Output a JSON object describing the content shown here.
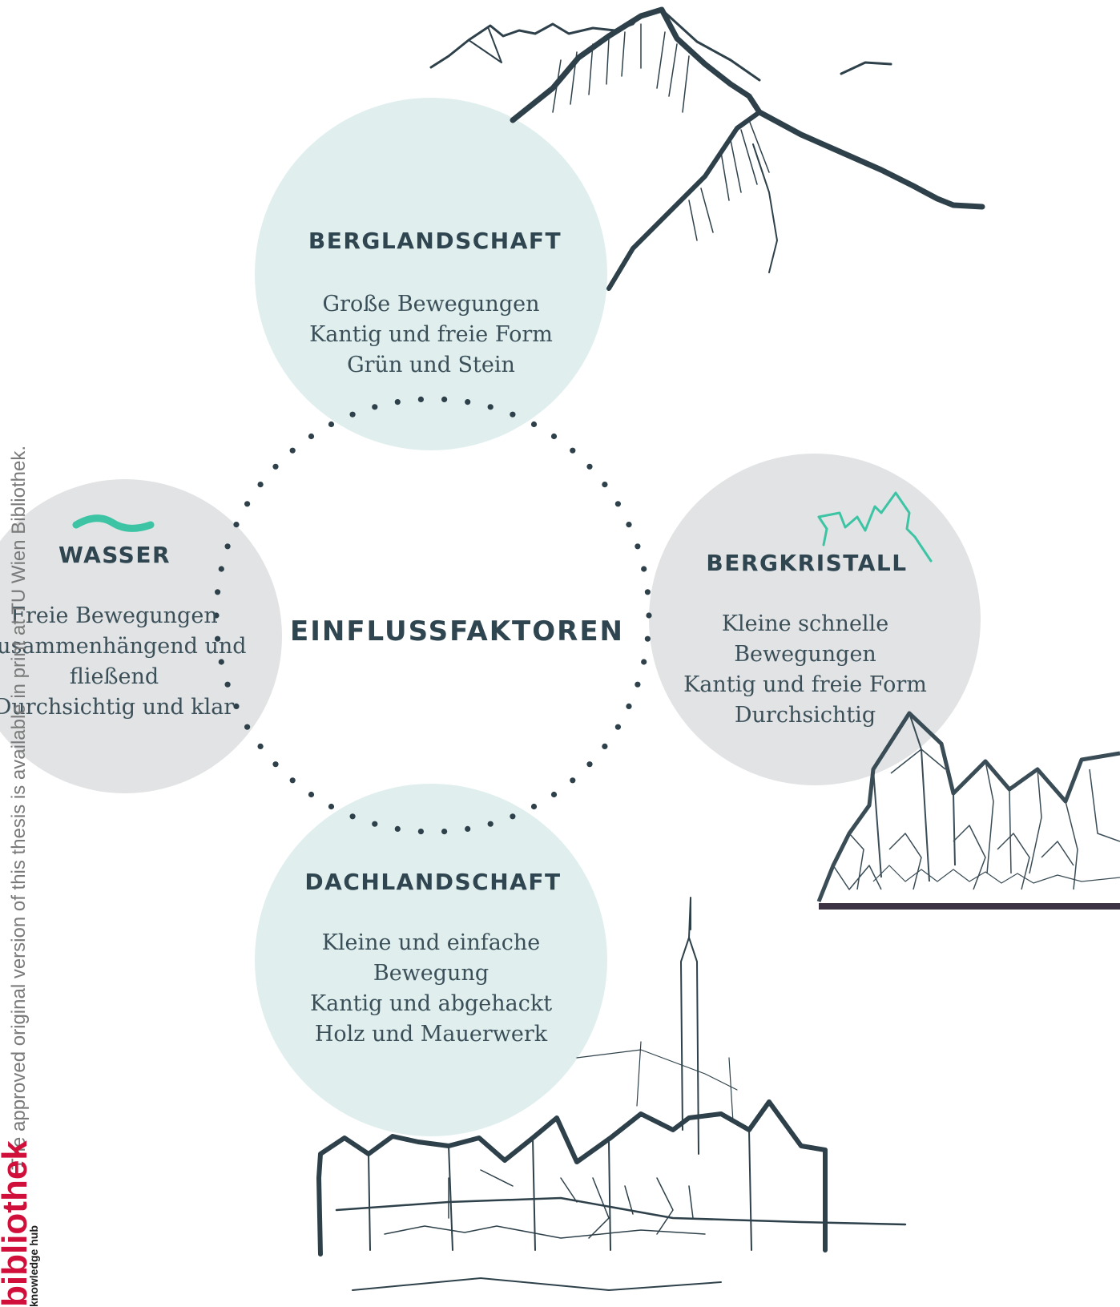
{
  "center": {
    "title": "EINFLUSSFAKTOREN"
  },
  "nodes": {
    "berglandschaft": {
      "title": "BERGLANDSCHAFT",
      "lines": [
        "Große Bewegungen",
        "Kantig und freie Form",
        "Grün und Stein"
      ]
    },
    "wasser": {
      "title": "WASSER",
      "lines": [
        "Freie Bewegungen",
        "Zusammenhängend und",
        "fließend",
        "Durchsichtig und klar"
      ]
    },
    "bergkristall": {
      "title": "BERGKRISTALL",
      "lines": [
        "Kleine schnelle",
        "Bewegungen",
        "Kantig und freie Form",
        "Durchsichtig"
      ]
    },
    "dachlandschaft": {
      "title": "DACHLANDSCHAFT",
      "lines": [
        "Kleine und einfache",
        "Bewegung",
        "Kantig und abgehackt",
        "Holz und Mauerwerk"
      ]
    }
  },
  "watermark": {
    "text": "The approved original version of this thesis is available in print at TU Wien Bibliothek.",
    "logo": "bibliothek",
    "logo_sub": "knowledge hub"
  },
  "colors": {
    "teal_circle": "#e0efee",
    "grey_circle": "#e1e3e4",
    "heading": "#2f4550",
    "accent_green": "#3cc4a4",
    "sketch": "#2e414b",
    "dots": "#2e414b",
    "logo_red": "#d0103a"
  }
}
